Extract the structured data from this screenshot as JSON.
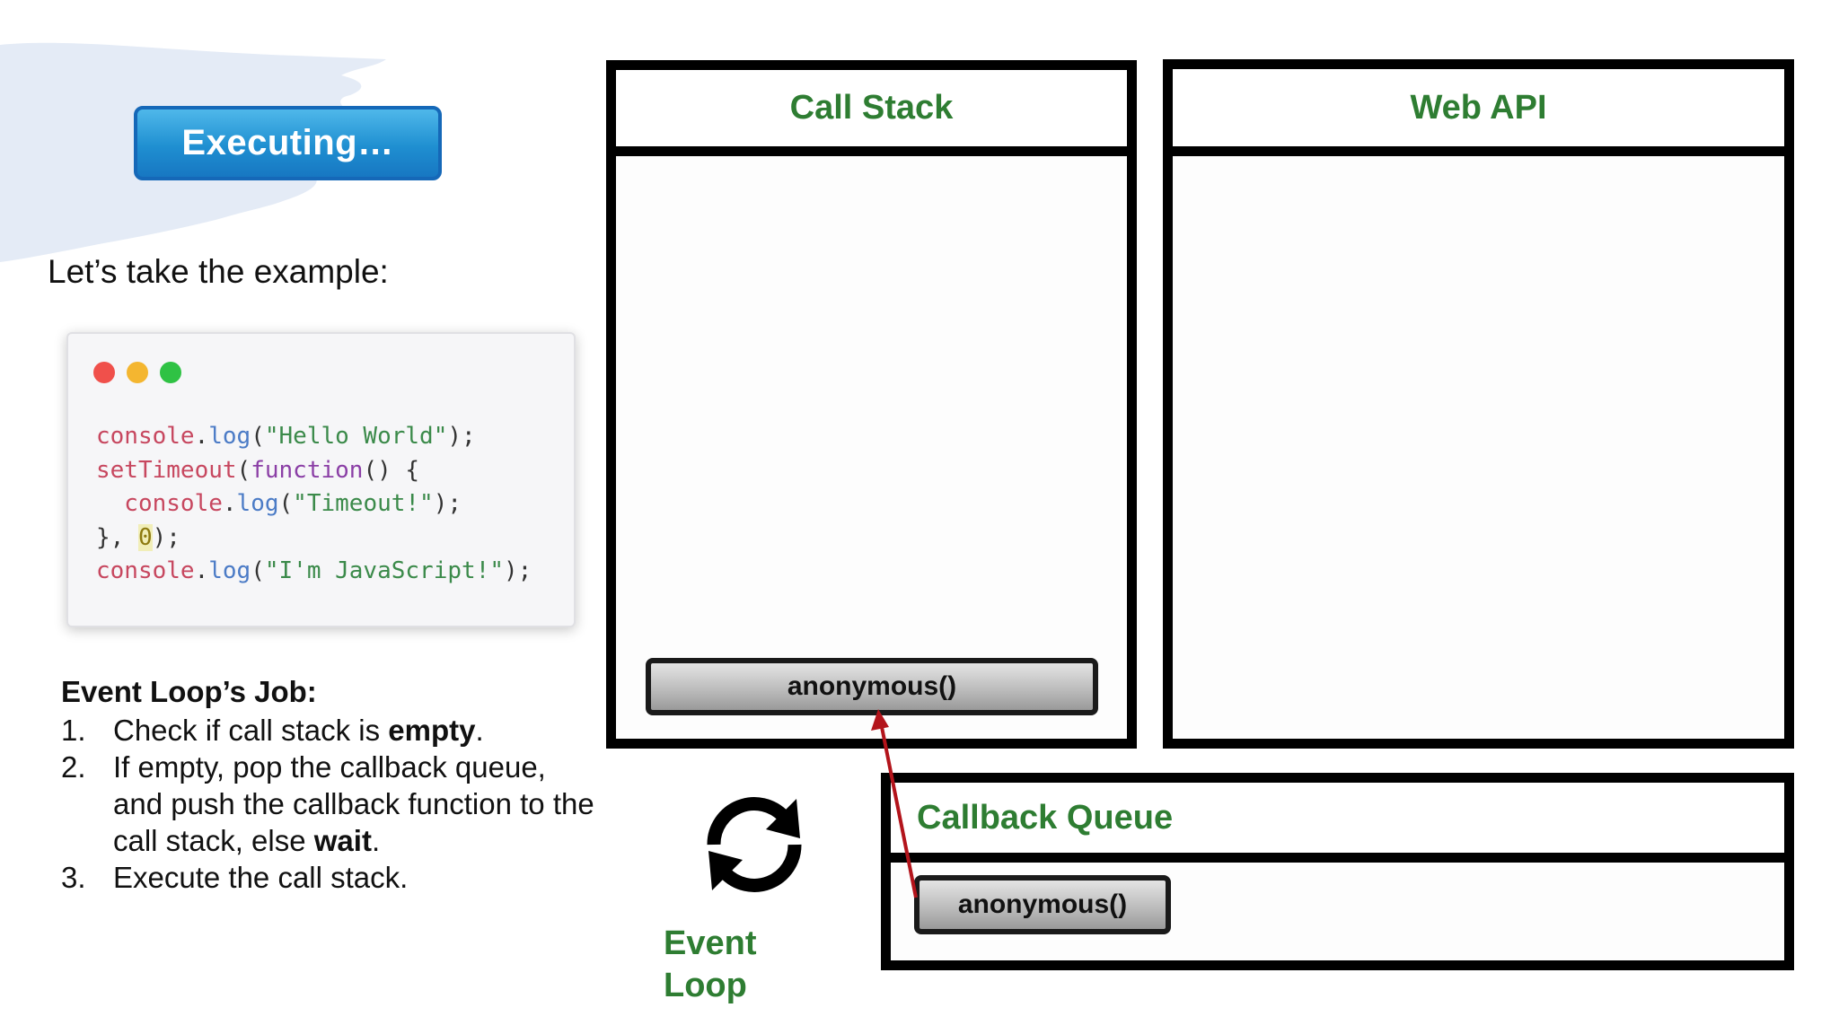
{
  "status": {
    "label": "Executing…"
  },
  "intro": "Let’s take the example:",
  "code_lines": [
    [
      {
        "t": "console",
        "c": "obj"
      },
      {
        "t": ".",
        "c": "p"
      },
      {
        "t": "log",
        "c": "fn"
      },
      {
        "t": "(",
        "c": "p"
      },
      {
        "t": "\"Hello World\"",
        "c": "str"
      },
      {
        "t": ");",
        "c": "p"
      }
    ],
    [
      {
        "t": "setTimeout",
        "c": "obj"
      },
      {
        "t": "(",
        "c": "p"
      },
      {
        "t": "function",
        "c": "kw"
      },
      {
        "t": "() {",
        "c": "p"
      }
    ],
    [
      {
        "t": "  console",
        "c": "obj"
      },
      {
        "t": ".",
        "c": "p"
      },
      {
        "t": "log",
        "c": "fn"
      },
      {
        "t": "(",
        "c": "p"
      },
      {
        "t": "\"Timeout!\"",
        "c": "str"
      },
      {
        "t": ");",
        "c": "p"
      }
    ],
    [
      {
        "t": "}, ",
        "c": "p"
      },
      {
        "t": "0",
        "c": "num"
      },
      {
        "t": ");",
        "c": "p"
      }
    ],
    [
      {
        "t": "console",
        "c": "obj"
      },
      {
        "t": ".",
        "c": "p"
      },
      {
        "t": "log",
        "c": "fn"
      },
      {
        "t": "(",
        "c": "p"
      },
      {
        "t": "\"I'm JavaScript!\"",
        "c": "str"
      },
      {
        "t": ");",
        "c": "p"
      }
    ]
  ],
  "job": {
    "title": "Event Loop’s Job:",
    "items": [
      {
        "num": "1.",
        "parts": [
          {
            "t": "Check if call stack is "
          },
          {
            "t": "empty",
            "b": true
          },
          {
            "t": "."
          }
        ]
      },
      {
        "num": "2.",
        "parts": [
          {
            "t": "If empty, pop the callback queue, and push the callback function to the call stack, else "
          },
          {
            "t": "wait",
            "b": true
          },
          {
            "t": "."
          }
        ]
      },
      {
        "num": "3.",
        "parts": [
          {
            "t": "Execute the call stack."
          }
        ]
      }
    ]
  },
  "call_stack": {
    "title": "Call Stack",
    "frames": [
      "anonymous()"
    ]
  },
  "web_api": {
    "title": "Web API"
  },
  "callback_queue": {
    "title": "Callback Queue",
    "items": [
      "anonymous()"
    ]
  },
  "event_loop": {
    "label_line1": "Event",
    "label_line2": "Loop"
  },
  "colors": {
    "heading_green": "#2e7d32",
    "arrow_red": "#b3141b",
    "button_blue": "#1f8fd1"
  }
}
